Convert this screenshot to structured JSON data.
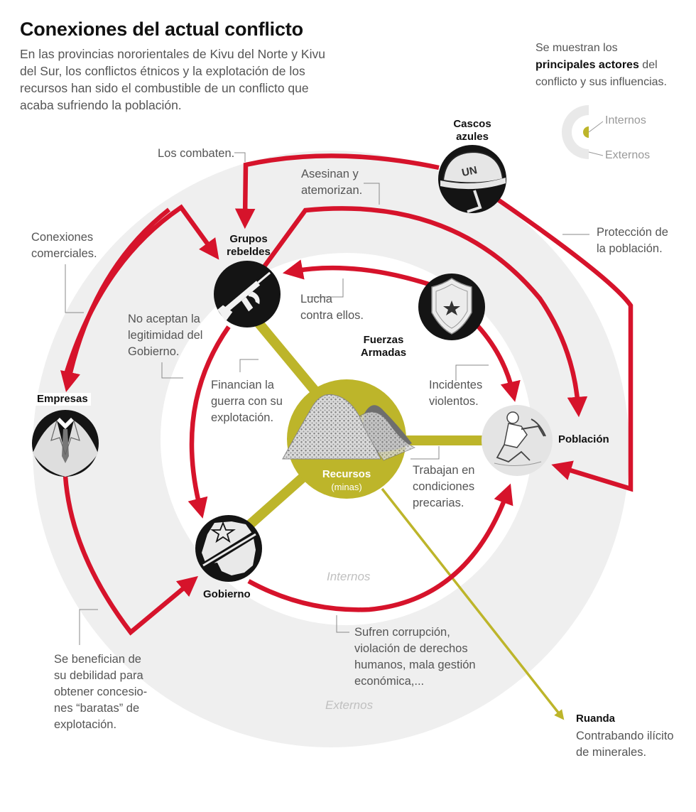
{
  "header": {
    "title": "Conexiones del actual conflicto",
    "intro": "En las provincias nororientales de Kivu del Norte y Kivu del Sur, los conflictos étnicos y la explotación de los recursos han sido el combustible de un conflicto que acaba sufriendo la población."
  },
  "legend": {
    "note_pre": "Se muestran los",
    "note_bold": "principales actores",
    "note_post": "del conflicto y sus influencias.",
    "inner_label": "Internos",
    "outer_label": "Externos"
  },
  "zones": {
    "inner": "Internos",
    "outer": "Externos"
  },
  "actors": {
    "cascos_line1": "Cascos",
    "cascos_line2": "azules",
    "rebeldes_line1": "Grupos",
    "rebeldes_line2": "rebeldes",
    "fuerzas_line1": "Fuerzas",
    "fuerzas_line2": "Armadas",
    "empresas": "Empresas",
    "poblacion": "Población",
    "gobierno": "Gobierno",
    "recursos": "Recursos",
    "recursos_sub": "(minas)",
    "ruanda": "Ruanda"
  },
  "notes": {
    "combaten": "Los combaten.",
    "asesinan_1": "Asesinan y",
    "asesinan_2": "atemorizan.",
    "comerciales_1": "Conexiones",
    "comerciales_2": "comerciales.",
    "proteccion_1": "Protección de",
    "proteccion_2": "la población.",
    "lucha_1": "Lucha",
    "lucha_2": "contra ellos.",
    "legitimidad_1": "No aceptan la",
    "legitimidad_2": "legitimidad del",
    "legitimidad_3": "Gobierno.",
    "financian_1": "Financian la",
    "financian_2": "guerra con su",
    "financian_3": "explotación.",
    "incidentes_1": "Incidentes",
    "incidentes_2": "violentos.",
    "trabajan_1": "Trabajan en",
    "trabajan_2": "condiciones",
    "trabajan_3": "precarias.",
    "sufren_1": "Sufren corrupción,",
    "sufren_2": "violación de derechos",
    "sufren_3": "humanos, mala gestión",
    "sufren_4": "económica,...",
    "benefician_1": "Se benefician de",
    "benefician_2": "su debilidad para",
    "benefician_3": "obtener concesio-",
    "benefician_4": "nes “baratas” de",
    "benefician_5": "explotación.",
    "ruanda_1": "Contrabando ilícito",
    "ruanda_2": "de minerales."
  },
  "colors": {
    "arrow_red": "#d6132b",
    "resource_olive": "#bdb52a",
    "outer_ring": "#efefef",
    "inner_disc": "#ffffff",
    "icon_dark": "#141414",
    "population_gray": "#e4e4e4"
  }
}
